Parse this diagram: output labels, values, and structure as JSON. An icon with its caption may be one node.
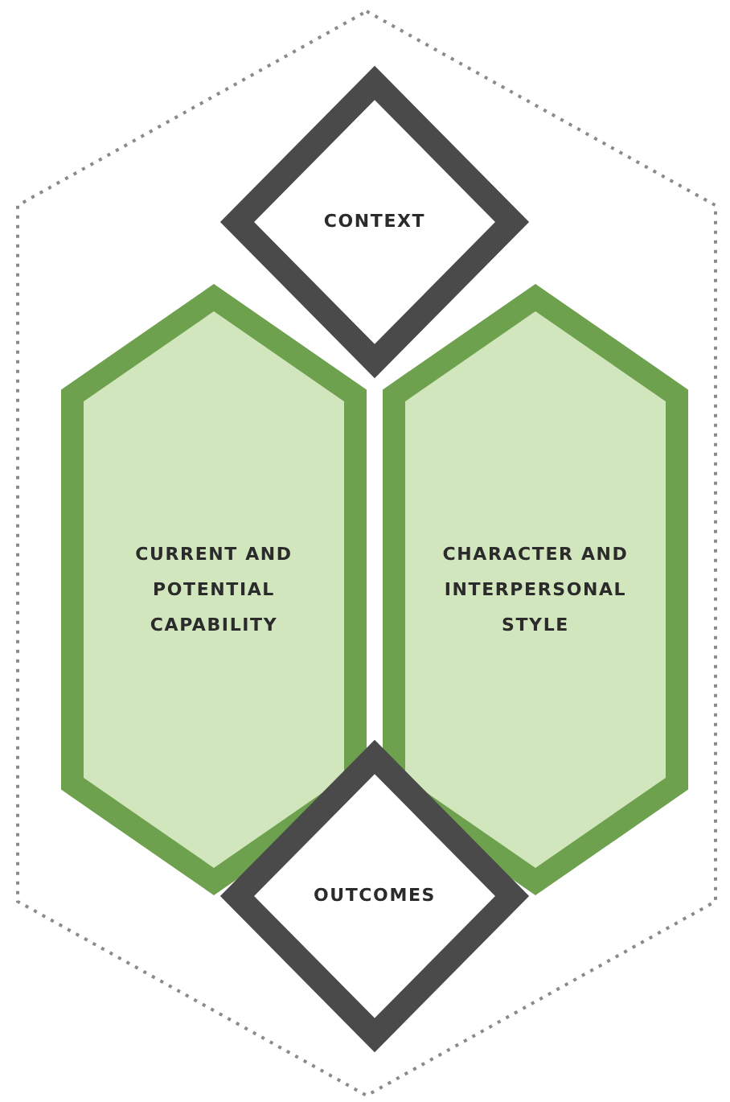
{
  "diagram": {
    "nodes": [
      {
        "text": [],
        "shape": "hexagon"
      },
      {
        "text": [
          "CONTEXT"
        ],
        "in": 0
      },
      {
        "text": [
          "CURRENT AND POTENTIAL CAPABILITY"
        ],
        "in": 0
      },
      {
        "text": [
          "CHARACTER AND INTERPERSONAL STYLE"
        ],
        "in": 0
      },
      {
        "text": [
          "OUTCOMES"
        ],
        "in": 0
      }
    ]
  }
}
